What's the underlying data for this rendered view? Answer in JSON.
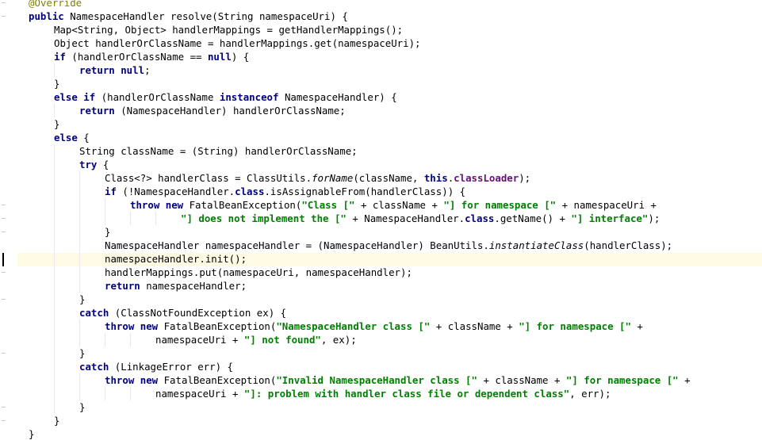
{
  "theme": {
    "keyword": "#000080",
    "string": "#008000",
    "annotation": "#808000",
    "field": "#660e7a",
    "caret_line": "#fffae3"
  },
  "editor": {
    "caret_line_number": 20,
    "lines": [
      {
        "indent": 4,
        "tokens": [
          {
            "t": "@Override",
            "k": "ann"
          }
        ]
      },
      {
        "indent": 4,
        "tokens": [
          {
            "t": "public",
            "k": "kw"
          },
          {
            "t": " NamespaceHandler resolve(String namespaceUri) {",
            "k": "plain"
          }
        ]
      },
      {
        "indent": 8,
        "tokens": [
          {
            "t": "Map<String, Object> handlerMappings = getHandlerMappings();",
            "k": "plain"
          }
        ]
      },
      {
        "indent": 8,
        "tokens": [
          {
            "t": "Object handlerOrClassName = handlerMappings.get(namespaceUri);",
            "k": "plain"
          }
        ]
      },
      {
        "indent": 8,
        "tokens": [
          {
            "t": "if",
            "k": "kw"
          },
          {
            "t": " (handlerOrClassName == ",
            "k": "plain"
          },
          {
            "t": "null",
            "k": "kw"
          },
          {
            "t": ") {",
            "k": "plain"
          }
        ]
      },
      {
        "indent": 12,
        "tokens": [
          {
            "t": "return null",
            "k": "kw"
          },
          {
            "t": ";",
            "k": "plain"
          }
        ]
      },
      {
        "indent": 8,
        "tokens": [
          {
            "t": "}",
            "k": "plain"
          }
        ]
      },
      {
        "indent": 8,
        "tokens": [
          {
            "t": "else if",
            "k": "kw"
          },
          {
            "t": " (handlerOrClassName ",
            "k": "plain"
          },
          {
            "t": "instanceof",
            "k": "kw"
          },
          {
            "t": " NamespaceHandler) {",
            "k": "plain"
          }
        ]
      },
      {
        "indent": 12,
        "tokens": [
          {
            "t": "return",
            "k": "kw"
          },
          {
            "t": " (NamespaceHandler) handlerOrClassName;",
            "k": "plain"
          }
        ]
      },
      {
        "indent": 8,
        "tokens": [
          {
            "t": "}",
            "k": "plain"
          }
        ]
      },
      {
        "indent": 8,
        "tokens": [
          {
            "t": "else",
            "k": "kw"
          },
          {
            "t": " {",
            "k": "plain"
          }
        ]
      },
      {
        "indent": 12,
        "tokens": [
          {
            "t": "String className = (String) handlerOrClassName;",
            "k": "plain"
          }
        ]
      },
      {
        "indent": 12,
        "tokens": [
          {
            "t": "try",
            "k": "kw"
          },
          {
            "t": " {",
            "k": "plain"
          }
        ]
      },
      {
        "indent": 16,
        "tokens": [
          {
            "t": "Class<?> handlerClass = ClassUtils.",
            "k": "plain"
          },
          {
            "t": "forName",
            "k": "italic"
          },
          {
            "t": "(className, ",
            "k": "plain"
          },
          {
            "t": "this",
            "k": "kw"
          },
          {
            "t": ".",
            "k": "plain"
          },
          {
            "t": "classLoader",
            "k": "field"
          },
          {
            "t": ");",
            "k": "plain"
          }
        ]
      },
      {
        "indent": 16,
        "tokens": [
          {
            "t": "if",
            "k": "kw"
          },
          {
            "t": " (!NamespaceHandler.",
            "k": "plain"
          },
          {
            "t": "class",
            "k": "kw"
          },
          {
            "t": ".isAssignableFrom(handlerClass)) {",
            "k": "plain"
          }
        ]
      },
      {
        "indent": 20,
        "tokens": [
          {
            "t": "throw new",
            "k": "kw"
          },
          {
            "t": " FatalBeanException(",
            "k": "plain"
          },
          {
            "t": "\"Class [\"",
            "k": "str"
          },
          {
            "t": " + className + ",
            "k": "plain"
          },
          {
            "t": "\"] for namespace [\"",
            "k": "str"
          },
          {
            "t": " + namespaceUri +",
            "k": "plain"
          }
        ]
      },
      {
        "indent": 28,
        "tokens": [
          {
            "t": "\"] does not implement the [\"",
            "k": "str"
          },
          {
            "t": " + NamespaceHandler.",
            "k": "plain"
          },
          {
            "t": "class",
            "k": "kw"
          },
          {
            "t": ".getName() + ",
            "k": "plain"
          },
          {
            "t": "\"] interface\"",
            "k": "str"
          },
          {
            "t": ");",
            "k": "plain"
          }
        ]
      },
      {
        "indent": 16,
        "tokens": [
          {
            "t": "}",
            "k": "plain"
          }
        ]
      },
      {
        "indent": 16,
        "tokens": [
          {
            "t": "NamespaceHandler namespaceHandler = (NamespaceHandler) BeanUtils.",
            "k": "plain"
          },
          {
            "t": "instantiateClass",
            "k": "italic"
          },
          {
            "t": "(handlerClass);",
            "k": "plain"
          }
        ]
      },
      {
        "indent": 16,
        "tokens": [
          {
            "t": "namespaceHandler.init();",
            "k": "plain"
          }
        ]
      },
      {
        "indent": 16,
        "tokens": [
          {
            "t": "handlerMappings.put(namespaceUri, namespaceHandler);",
            "k": "plain"
          }
        ]
      },
      {
        "indent": 16,
        "tokens": [
          {
            "t": "return",
            "k": "kw"
          },
          {
            "t": " namespaceHandler;",
            "k": "plain"
          }
        ]
      },
      {
        "indent": 12,
        "tokens": [
          {
            "t": "}",
            "k": "plain"
          }
        ]
      },
      {
        "indent": 12,
        "tokens": [
          {
            "t": "catch",
            "k": "kw"
          },
          {
            "t": " (ClassNotFoundException ex) {",
            "k": "plain"
          }
        ]
      },
      {
        "indent": 16,
        "tokens": [
          {
            "t": "throw new",
            "k": "kw"
          },
          {
            "t": " FatalBeanException(",
            "k": "plain"
          },
          {
            "t": "\"NamespaceHandler class [\"",
            "k": "str"
          },
          {
            "t": " + className + ",
            "k": "plain"
          },
          {
            "t": "\"] for namespace [\"",
            "k": "str"
          },
          {
            "t": " +",
            "k": "plain"
          }
        ]
      },
      {
        "indent": 24,
        "tokens": [
          {
            "t": "namespaceUri + ",
            "k": "plain"
          },
          {
            "t": "\"] not found\"",
            "k": "str"
          },
          {
            "t": ", ex);",
            "k": "plain"
          }
        ]
      },
      {
        "indent": 12,
        "tokens": [
          {
            "t": "}",
            "k": "plain"
          }
        ]
      },
      {
        "indent": 12,
        "tokens": [
          {
            "t": "catch",
            "k": "kw"
          },
          {
            "t": " (LinkageError err) {",
            "k": "plain"
          }
        ]
      },
      {
        "indent": 16,
        "tokens": [
          {
            "t": "throw new",
            "k": "kw"
          },
          {
            "t": " FatalBeanException(",
            "k": "plain"
          },
          {
            "t": "\"Invalid NamespaceHandler class [\"",
            "k": "str"
          },
          {
            "t": " + className + ",
            "k": "plain"
          },
          {
            "t": "\"] for namespace [\"",
            "k": "str"
          },
          {
            "t": " +",
            "k": "plain"
          }
        ]
      },
      {
        "indent": 24,
        "tokens": [
          {
            "t": "namespaceUri + ",
            "k": "plain"
          },
          {
            "t": "\"]: problem with handler class file or dependent class\"",
            "k": "str"
          },
          {
            "t": ", err);",
            "k": "plain"
          }
        ]
      },
      {
        "indent": 12,
        "tokens": [
          {
            "t": "}",
            "k": "plain"
          }
        ]
      },
      {
        "indent": 8,
        "tokens": [
          {
            "t": "}",
            "k": "plain"
          }
        ]
      },
      {
        "indent": 4,
        "tokens": [
          {
            "t": "}",
            "k": "plain"
          }
        ]
      }
    ]
  }
}
